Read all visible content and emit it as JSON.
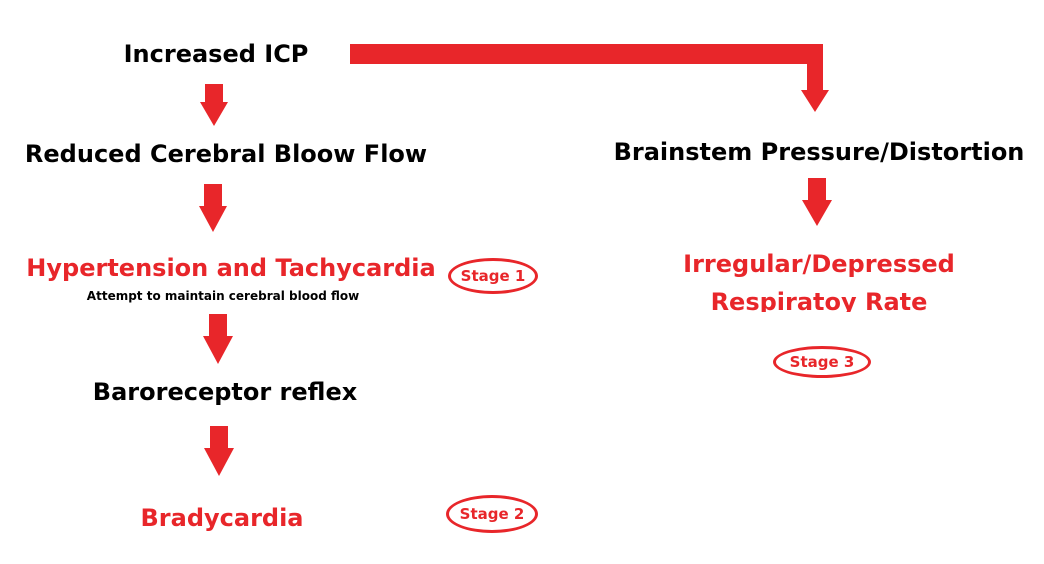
{
  "diagram": {
    "nodes": {
      "increased_icp": "Increased ICP",
      "reduced_cbf": "Reduced Cerebral Bloow Flow",
      "hypertension": "Hypertension and Tachycardia",
      "hypertension_note": "Attempt to maintain cerebral blood flow",
      "baroreceptor": "Baroreceptor reflex",
      "bradycardia": "Bradycardia",
      "brainstem": "Brainstem Pressure/Distortion",
      "respiratory_line1": "Irregular/Depressed",
      "respiratory_line2": "Respiratoy Rate"
    },
    "stages": {
      "stage1": "Stage 1",
      "stage2": "Stage 2",
      "stage3": "Stage 3"
    },
    "colors": {
      "accent": "#e8262a",
      "text": "#000000"
    }
  }
}
